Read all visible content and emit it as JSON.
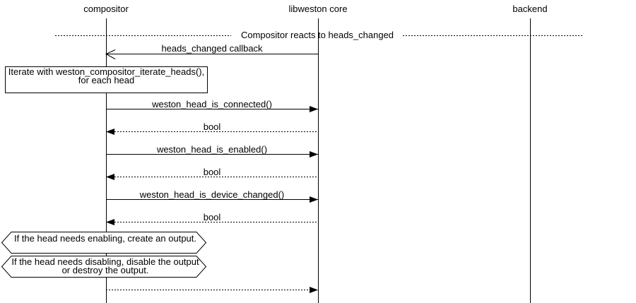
{
  "diagram": {
    "kind": "sequence-diagram",
    "colors": {
      "foreground": "#000000",
      "background": "#ffffff"
    },
    "participants": [
      {
        "label": "compositor"
      },
      {
        "label": "libweston core"
      },
      {
        "label": "backend"
      }
    ],
    "title": "Compositor reacts to heads_changed",
    "messages": [
      {
        "from": "libweston core",
        "to": "compositor",
        "label": "heads_changed callback",
        "line": "solid",
        "arrowhead": "open"
      },
      {
        "from": "compositor",
        "to": "libweston core",
        "label": "weston_head_is_connected()",
        "line": "solid",
        "arrowhead": "filled"
      },
      {
        "from": "libweston core",
        "to": "compositor",
        "label": "bool",
        "line": "dotted",
        "arrowhead": "filled"
      },
      {
        "from": "compositor",
        "to": "libweston core",
        "label": "weston_head_is_enabled()",
        "line": "solid",
        "arrowhead": "filled"
      },
      {
        "from": "libweston core",
        "to": "compositor",
        "label": "bool",
        "line": "dotted",
        "arrowhead": "filled"
      },
      {
        "from": "compositor",
        "to": "libweston core",
        "label": "weston_head_is_device_changed()",
        "line": "solid",
        "arrowhead": "filled"
      },
      {
        "from": "libweston core",
        "to": "compositor",
        "label": "bool",
        "line": "dotted",
        "arrowhead": "filled"
      },
      {
        "from": "compositor",
        "to": "libweston core",
        "label": "",
        "line": "dotted",
        "arrowhead": "filled"
      }
    ],
    "note": {
      "text": "Iterate with weston_compositor_iterate_heads(), for each head"
    },
    "conditions": [
      {
        "text": "If the head needs enabling, create an output."
      },
      {
        "text": "If the head needs disabling, disable the output or destroy the output."
      }
    ]
  }
}
